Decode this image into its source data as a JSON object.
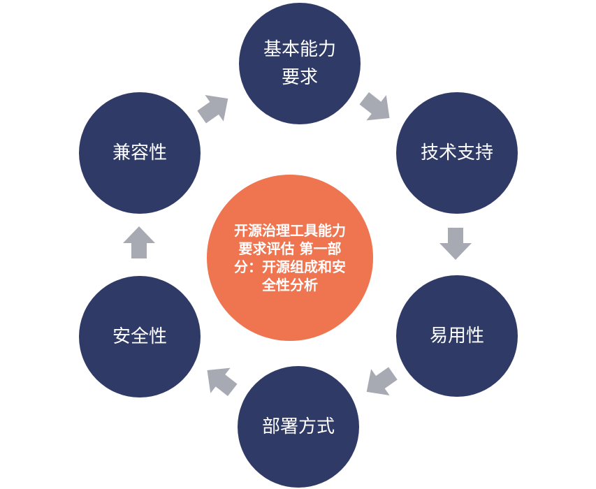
{
  "colors": {
    "outer_node": "#2f3b66",
    "center_node": "#ef7450",
    "arrow": "#a7aab2",
    "text": "#ffffff",
    "background": "#ffffff"
  },
  "center": {
    "label": "开源治理工具能力要求评估 第一部分：开源组成和安全性分析"
  },
  "nodes": [
    {
      "id": "basic-capability",
      "label": "基本能力要求"
    },
    {
      "id": "technical-support",
      "label": "技术支持"
    },
    {
      "id": "usability",
      "label": "易用性"
    },
    {
      "id": "deployment-method",
      "label": "部署方式"
    },
    {
      "id": "security",
      "label": "安全性"
    },
    {
      "id": "compatibility",
      "label": "兼容性"
    }
  ],
  "arrows": [
    {
      "from": "compatibility",
      "to": "basic-capability",
      "icon": "arrow-icon"
    },
    {
      "from": "basic-capability",
      "to": "technical-support",
      "icon": "arrow-icon"
    },
    {
      "from": "technical-support",
      "to": "usability",
      "icon": "arrow-icon"
    },
    {
      "from": "usability",
      "to": "deployment-method",
      "icon": "arrow-icon"
    },
    {
      "from": "deployment-method",
      "to": "security",
      "icon": "arrow-icon"
    },
    {
      "from": "security",
      "to": "compatibility",
      "icon": "arrow-icon"
    }
  ]
}
